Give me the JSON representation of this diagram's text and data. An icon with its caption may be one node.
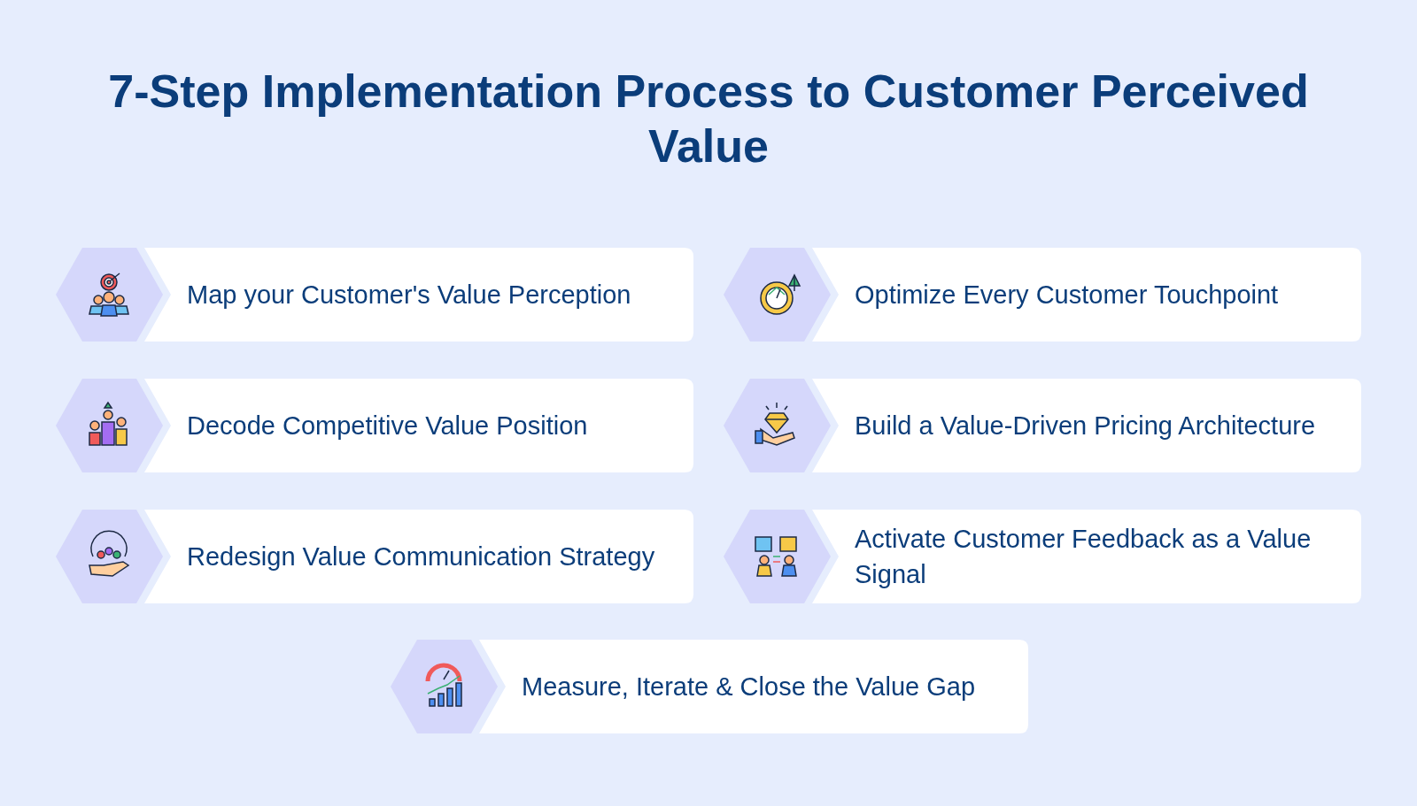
{
  "diagram": {
    "title": "7-Step Implementation Process to Customer Perceived Value",
    "nodes": [
      {
        "text": [
          "Map your Customer's Value Perception"
        ]
      },
      {
        "text": [
          "Optimize Every Customer Touchpoint"
        ]
      },
      {
        "text": [
          "Decode Competitive Value Position"
        ]
      },
      {
        "text": [
          "Build a Value-Driven Pricing Architecture"
        ]
      },
      {
        "text": [
          "Redesign Value Communication Strategy"
        ]
      },
      {
        "text": [
          "Activate Customer Feedback as a Value Signal"
        ]
      },
      {
        "text": [
          "Measure, Iterate & Close the Value Gap"
        ]
      }
    ]
  }
}
